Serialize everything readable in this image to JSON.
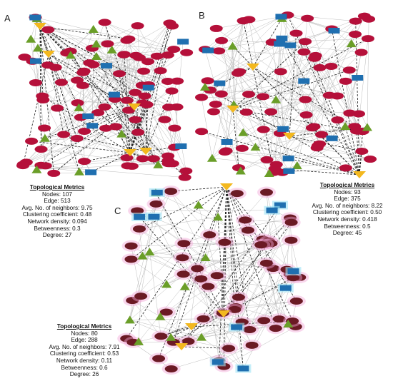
{
  "panels": [
    {
      "letter": "A",
      "metrics_title": "Topological Metrics",
      "metrics": [
        {
          "label": "Nodes",
          "value": "107"
        },
        {
          "label": "Edge",
          "value": "513"
        },
        {
          "label": "Avg. No. of neighbors",
          "value": "9.75"
        },
        {
          "label": "Clustering coefficient",
          "value": "0.48"
        },
        {
          "label": "Network density",
          "value": "0.094"
        },
        {
          "label": "Betweenness",
          "value": "0.3"
        },
        {
          "label": "Degree",
          "value": "27"
        }
      ]
    },
    {
      "letter": "B",
      "metrics_title": "Topological Metrics",
      "metrics": [
        {
          "label": "Nodes",
          "value": "93"
        },
        {
          "label": "Edge",
          "value": "375"
        },
        {
          "label": "Avg. No. of neighbors",
          "value": "8.22"
        },
        {
          "label": "Clustering coefficient",
          "value": "0.50"
        },
        {
          "label": "Network density",
          "value": "0.418"
        },
        {
          "label": "Betweenness",
          "value": "0.5"
        },
        {
          "label": "Degree",
          "value": "45"
        }
      ]
    },
    {
      "letter": "C",
      "metrics_title": "Topological Metrics",
      "metrics": [
        {
          "label": "Nodes",
          "value": "80"
        },
        {
          "label": "Edge",
          "value": "288"
        },
        {
          "label": "Avg. No. of neighbors",
          "value": "7.91"
        },
        {
          "label": "Clustering coefficient",
          "value": "0.53"
        },
        {
          "label": "Network density",
          "value": "0.11"
        },
        {
          "label": "Betweenness",
          "value": "0.6"
        },
        {
          "label": "Degree",
          "value": "26"
        }
      ]
    }
  ],
  "colors": {
    "ellipse_node": "#b5103a",
    "ellipse_node_c": "#6b1a24",
    "triangle_node": "#6a9e28",
    "rect_node": "#1f6fb0",
    "hub_node": "#f3b81e",
    "edge": "#bdbdbd",
    "hub_edge": "#222222",
    "glow": "#f2a6d8"
  }
}
